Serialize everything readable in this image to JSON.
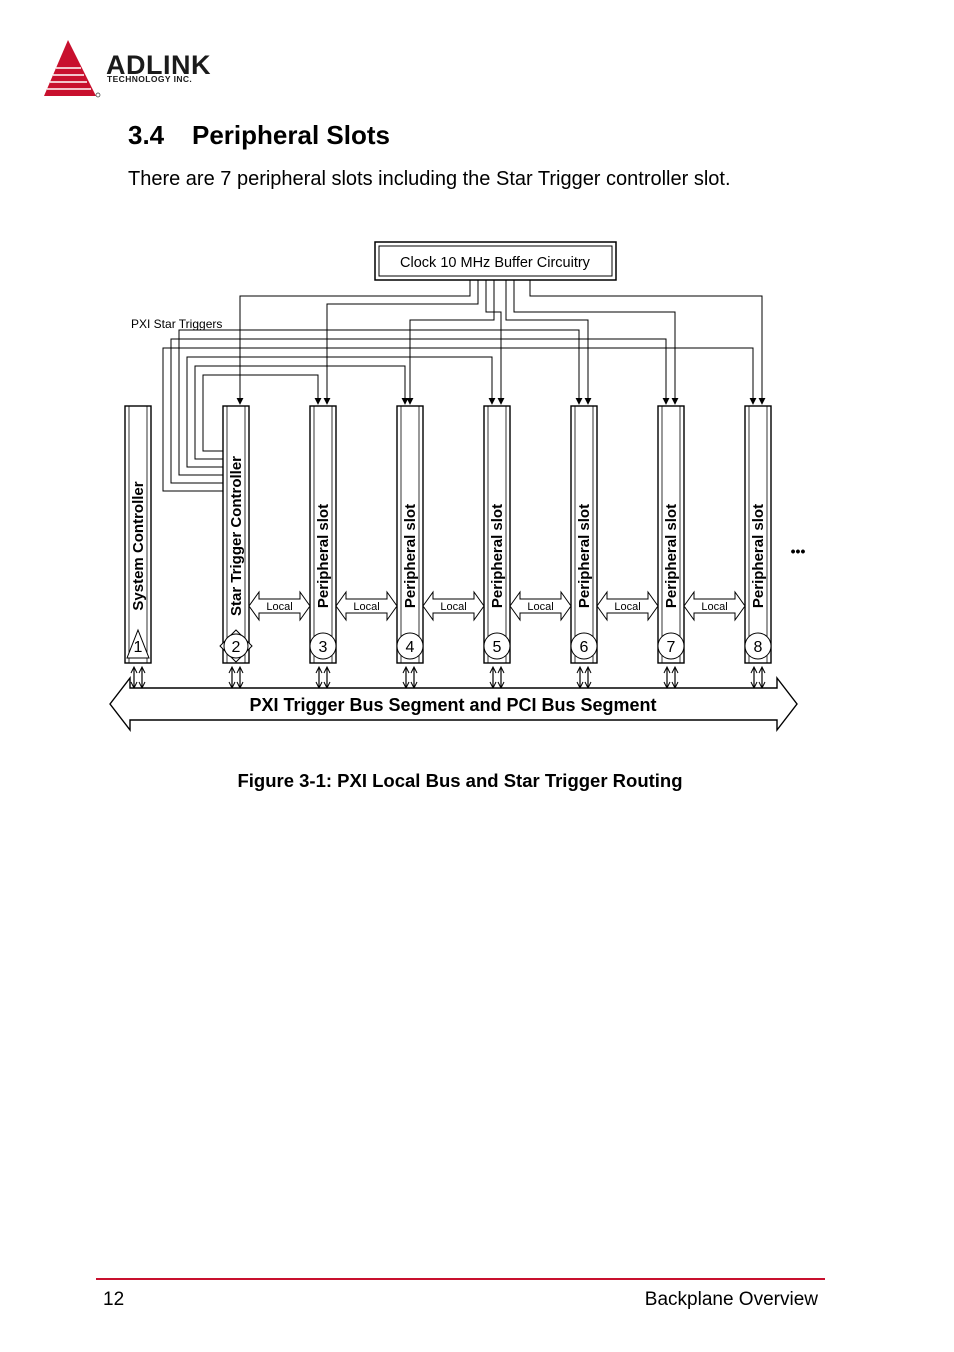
{
  "header": {
    "brand": "ADLINK",
    "brand_sub": "TECHNOLOGY INC.",
    "brand_color": "#c8102e"
  },
  "section": {
    "number": "3.4",
    "title": "Peripheral Slots",
    "body": "There are 7 peripheral slots including the Star Trigger controller slot."
  },
  "figure": {
    "clock_box": "Clock 10 MHz Buffer Circuitry",
    "star_triggers_label": "PXI Star Triggers",
    "system_slot_label": "System Controller",
    "star_slot_label": "Star Trigger Controller",
    "peripheral_slot_label": "Peripheral slot",
    "local_label": "Local",
    "bus_label": "PXI Trigger Bus Segment and PCI Bus Segment",
    "ellipsis": "•••",
    "slot_numbers": [
      "1",
      "2",
      "3",
      "4",
      "5",
      "6",
      "7",
      "8"
    ],
    "caption": "Figure 3-1: PXI Local Bus and Star Trigger Routing"
  },
  "footer": {
    "page_number": "12",
    "section_name": "Backplane Overview",
    "rule_color": "#c8102e"
  }
}
